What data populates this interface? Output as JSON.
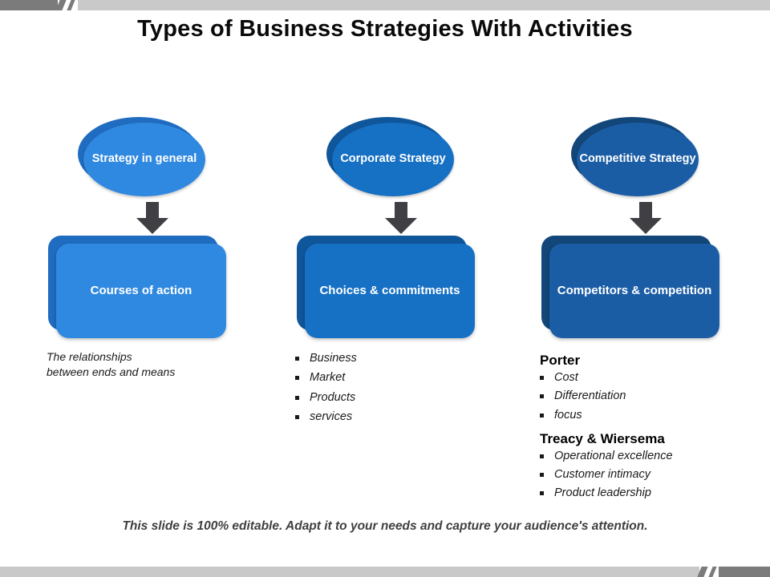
{
  "slide": {
    "title": "Types of Business Strategies With Activities",
    "footer": "This slide is 100% editable. Adapt it to your needs and capture your audience's attention.",
    "background": "#ffffff",
    "deco_dark": "#7b7b7b",
    "deco_light": "#c9c9c9",
    "arrow_color": "#3f3f44"
  },
  "columns": [
    {
      "id": "strategy-in-general",
      "ellipse": {
        "label": "Strategy in general",
        "fill": "#3089E0",
        "back_fill": "#1F6CC0"
      },
      "arrow": {
        "name": "down-arrow"
      },
      "box": {
        "label": "Courses of action",
        "fill": "#3089E0",
        "back_fill": "#1F6CC0"
      },
      "notes_type": "paragraph",
      "note_lines": [
        "The relationships",
        "between  ends and means"
      ]
    },
    {
      "id": "corporate-strategy",
      "ellipse": {
        "label": "Corporate Strategy",
        "fill": "#1670C4",
        "back_fill": "#10569B"
      },
      "arrow": {
        "name": "down-arrow"
      },
      "box": {
        "label": "Choices & commitments",
        "fill": "#1670C4",
        "back_fill": "#10569B"
      },
      "notes_type": "bullets",
      "bullets": [
        "Business",
        "Market",
        "Products",
        "services"
      ]
    },
    {
      "id": "competitive-strategy",
      "ellipse": {
        "label": "Competitive Strategy",
        "fill": "#1B5DA5",
        "back_fill": "#134679"
      },
      "arrow": {
        "name": "down-arrow"
      },
      "box": {
        "label": "Competitors & competition",
        "fill": "#1B5DA5",
        "back_fill": "#134679"
      },
      "notes_type": "groups",
      "groups": [
        {
          "heading": "Porter",
          "bullets": [
            "Cost",
            "Differentiation",
            "focus"
          ]
        },
        {
          "heading": "Treacy & Wiersema",
          "bullets": [
            "Operational excellence",
            "Customer intimacy",
            "Product leadership"
          ]
        }
      ]
    }
  ]
}
